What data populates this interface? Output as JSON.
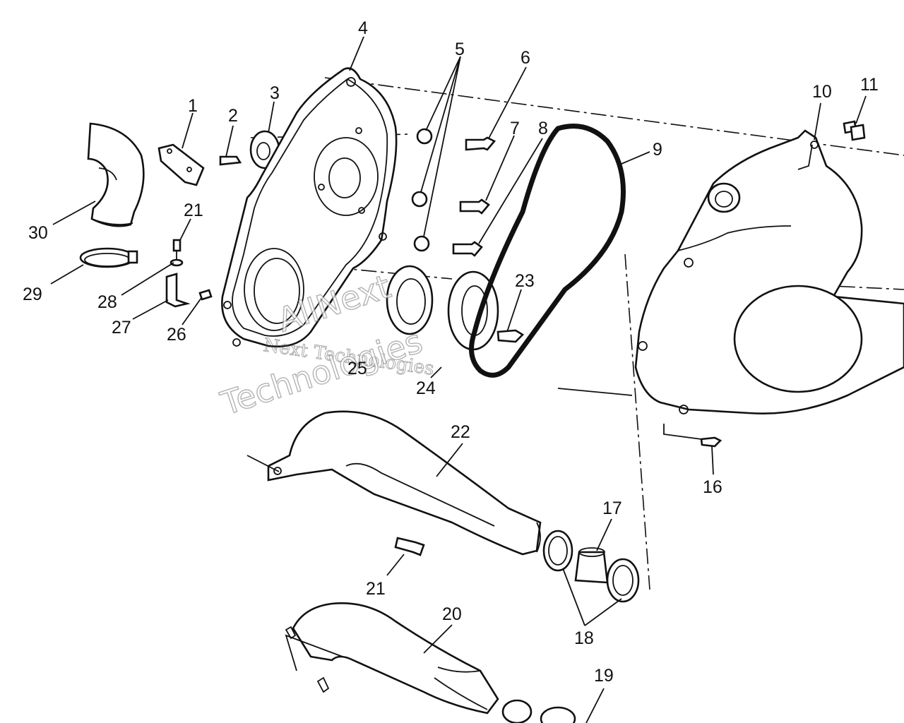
{
  "callouts": [
    {
      "id": "c1",
      "label": "1"
    },
    {
      "id": "c2",
      "label": "2"
    },
    {
      "id": "c3",
      "label": "3"
    },
    {
      "id": "c4",
      "label": "4"
    },
    {
      "id": "c5",
      "label": "5"
    },
    {
      "id": "c6",
      "label": "6"
    },
    {
      "id": "c7",
      "label": "7"
    },
    {
      "id": "c8",
      "label": "8"
    },
    {
      "id": "c9",
      "label": "9"
    },
    {
      "id": "c10",
      "label": "10"
    },
    {
      "id": "c11",
      "label": "11"
    },
    {
      "id": "c16",
      "label": "16"
    },
    {
      "id": "c17",
      "label": "17"
    },
    {
      "id": "c18",
      "label": "18"
    },
    {
      "id": "c19",
      "label": "19"
    },
    {
      "id": "c20",
      "label": "20"
    },
    {
      "id": "c21a",
      "label": "21"
    },
    {
      "id": "c21b",
      "label": "21"
    },
    {
      "id": "c22",
      "label": "22"
    },
    {
      "id": "c23",
      "label": "23"
    },
    {
      "id": "c24",
      "label": "24"
    },
    {
      "id": "c25",
      "label": "25"
    },
    {
      "id": "c26",
      "label": "26"
    },
    {
      "id": "c27",
      "label": "27"
    },
    {
      "id": "c28",
      "label": "28"
    },
    {
      "id": "c29",
      "label": "29"
    },
    {
      "id": "c30",
      "label": "30"
    }
  ],
  "watermark": {
    "small": "Next Technologies",
    "big_line1": "AllNext",
    "big_line2": "Technologies"
  }
}
